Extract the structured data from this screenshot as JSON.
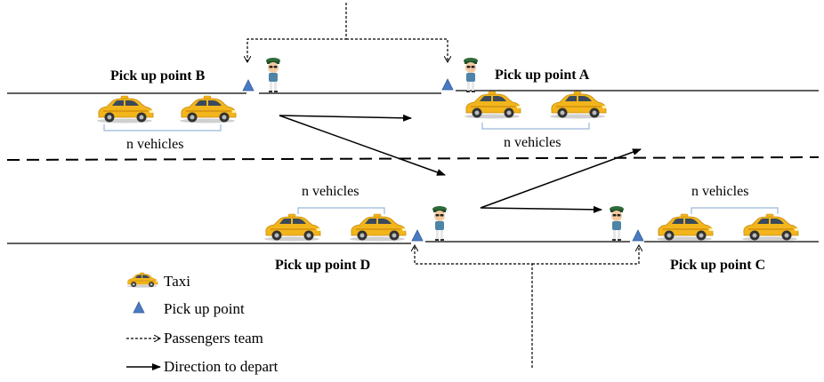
{
  "pickup_labels": {
    "b": "Pick up point B",
    "a": "Pick up point A",
    "d": "Pick up point D",
    "c": "Pick up point C"
  },
  "vehicle_labels": {
    "b": "n vehicles",
    "a": "n vehicles",
    "d": "n vehicles",
    "c": "n vehicles"
  },
  "legend": {
    "taxi": "Taxi",
    "pickup_point": "Pick up point",
    "passengers_team": "Passengers team",
    "direction": "Direction to depart"
  },
  "colors": {
    "taxi_body": "#F2B51C",
    "taxi_shade": "#D99A12",
    "triangle": "#4A7BC2",
    "bracket": "#9BB7D8",
    "person_cap": "#2F6B3A",
    "person_shirt": "#4D84A8",
    "line": "#000000"
  },
  "icons": {
    "taxi": "taxi-icon",
    "pickup": "triangle-icon",
    "person": "passenger-icon"
  }
}
